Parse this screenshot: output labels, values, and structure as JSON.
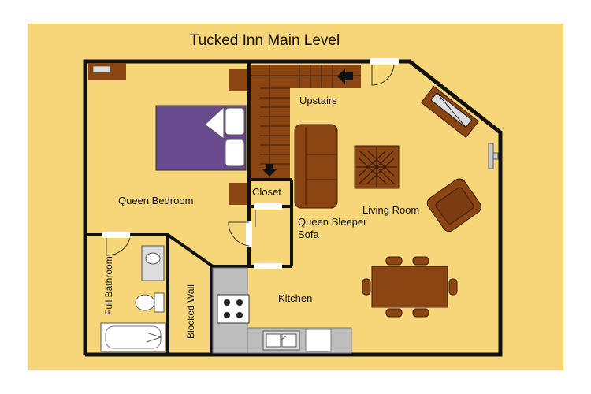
{
  "title": "Tucked Inn Main Level",
  "rooms": {
    "upstairs": "Upstairs",
    "closet": "Closet",
    "queen_bedroom": "Queen Bedroom",
    "living_room": "Living Room",
    "queen_sleeper_line1": "Queen Sleeper",
    "queen_sleeper_line2": "Sofa",
    "full_bathroom": "Full Bathroom",
    "blocked_wall": "Blocked Wall",
    "kitchen": "Kitchen"
  },
  "colors": {
    "background": "#f7d67a",
    "wall": "#111111",
    "bed": "#6a4a8e",
    "furniture": "#8b4513",
    "counter": "#bdbdbd"
  }
}
